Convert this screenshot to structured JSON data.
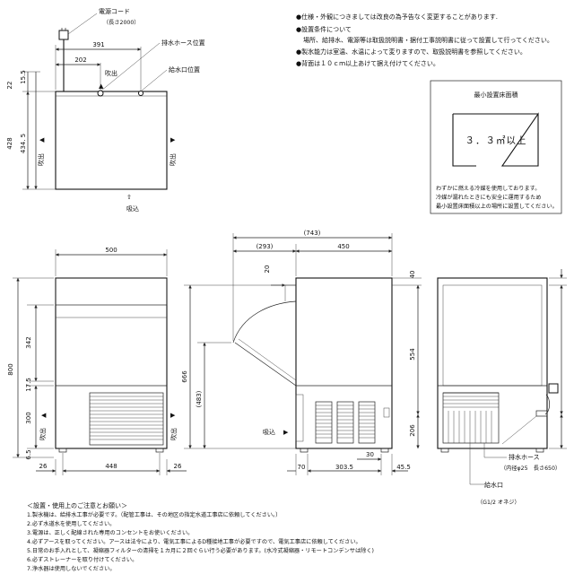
{
  "notes": {
    "items": [
      "●仕様・外観につきましては改良の為予告なく変更することがあります.",
      "●設置条件について",
      "場所、給排水、電源等は取扱説明書・据付工事説明書に従って設置して行ってください。",
      "●製氷能力は室温、水温によって変りますので、取扱説明書を参照してください。",
      "●背面は１０ｃｍ以上あけて据え付けてください。"
    ]
  },
  "area_box": {
    "title": "最小設置床面積",
    "value": "３．３㎡以上",
    "notes": [
      "わずかに燃える冷媒を使用しております。",
      "冷媒が漏れたときにも安全に運用するため",
      "最小設置床面積以上の場所に設置してください。"
    ]
  },
  "top_view": {
    "power_cord": "電源コード",
    "power_cord_length": "（長さ2000）",
    "drain_hose_position": "排水ホース位置",
    "water_inlet_position": "給水口位置",
    "dims": {
      "width_391": "391",
      "width_202": "202",
      "h_22": "22",
      "h_15_5": "15.5",
      "h_428": "428",
      "h_434_5": "434. 5"
    },
    "exhaust": "吹出",
    "intake": "吸込"
  },
  "front_view": {
    "dims": {
      "width_500": "500",
      "h_800": "800",
      "h_342": "342",
      "h_17_5": "17.5",
      "h_300": "300",
      "h_6_5": "6.5",
      "b_26_left": "26",
      "b_448": "448",
      "b_26_right": "26"
    },
    "exhaust_left": "吹出",
    "exhaust_right": "吹出"
  },
  "side_view": {
    "dims": {
      "total_743": "(743)",
      "left_293": "(293)",
      "right_450": "450",
      "d_20": "20",
      "h_666": "666",
      "h_483": "(483)",
      "d_30": "30",
      "b_70": "70",
      "b_303_5": "303.5",
      "b_45_5": "45.5"
    },
    "intake": "吸込"
  },
  "rear_view": {
    "dims": {
      "t_40": "40",
      "h_554": "554",
      "h_206": "206"
    },
    "drain_hose": "排水ホース",
    "drain_hose_spec": "（内径φ25　長さ650）",
    "water_inlet": "給水口",
    "water_inlet_spec": "（G1/2 オネジ）"
  },
  "bottom_notes": {
    "heading": "＜設置・使用上のご注意とお願い＞",
    "items": [
      "1.製氷機は、給排水工事が必要です。（配管工事は、その地区の指定水道工事店に依頼してください。）",
      "2.必ず水道水を使用してください。",
      "3.電源は、正しく配線された専用のコンセントをお使いください。",
      "4.必ずアースを取ってください。アースは法令により、電気工事によるD種接地工事が必要ですので、電気工事店に依頼してください。",
      "5.日常のお手入れとして、凝縮器フィルターの清掃を１カ月に２回ぐらい行う必要があります。(水冷式凝縮器・リモートコンデンサは除く)",
      "6.必ずストレーナーを取り付けてください。",
      "7.浄水器は使用しないでください。"
    ]
  }
}
